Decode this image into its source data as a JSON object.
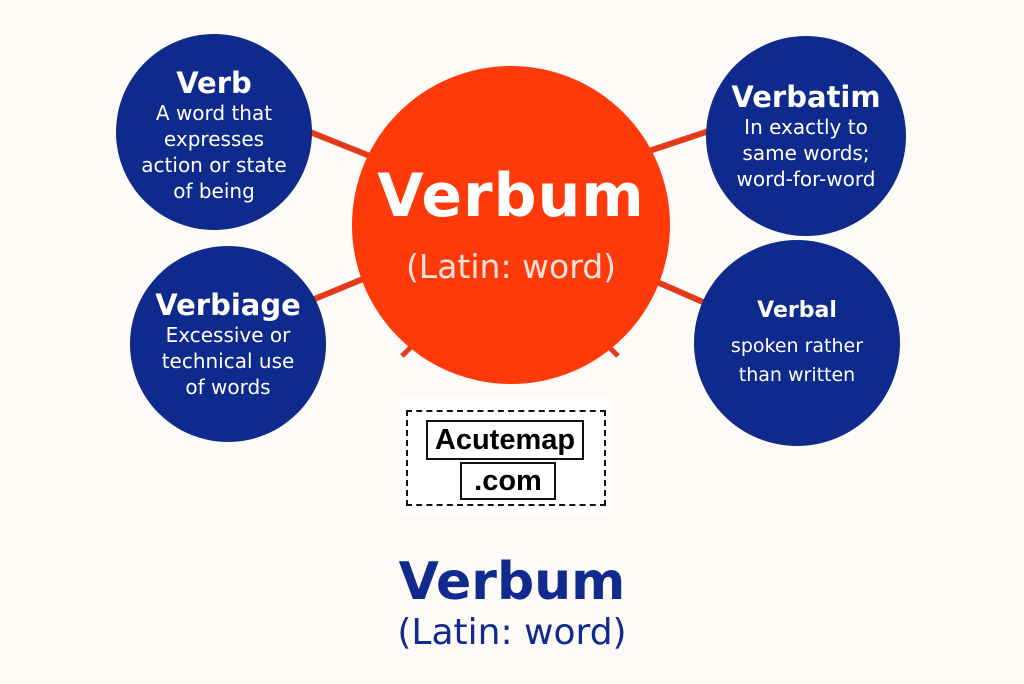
{
  "colors": {
    "background": "#fdfaf8",
    "node_blue": "#0e2a8c",
    "center_red": "#fe3a0a",
    "connector": "#e23a1a",
    "bottom_text": "#102a8e"
  },
  "center": {
    "title": "Verbum",
    "subtitle": "(Latin: word)"
  },
  "nodes": [
    {
      "title": "Verb",
      "description": "A word that expresses action or state of being"
    },
    {
      "title": "Verbiage",
      "description": "Excessive or technical use of words"
    },
    {
      "title": "Verbatim",
      "description": "In exactly to same words; word-for-word"
    },
    {
      "title": "Verbal",
      "description": "spoken rather than written"
    }
  ],
  "logo": {
    "line1": "Acutemap",
    "line2": ".com"
  },
  "footer": {
    "title": "Verbum",
    "subtitle": "(Latin: word)"
  }
}
